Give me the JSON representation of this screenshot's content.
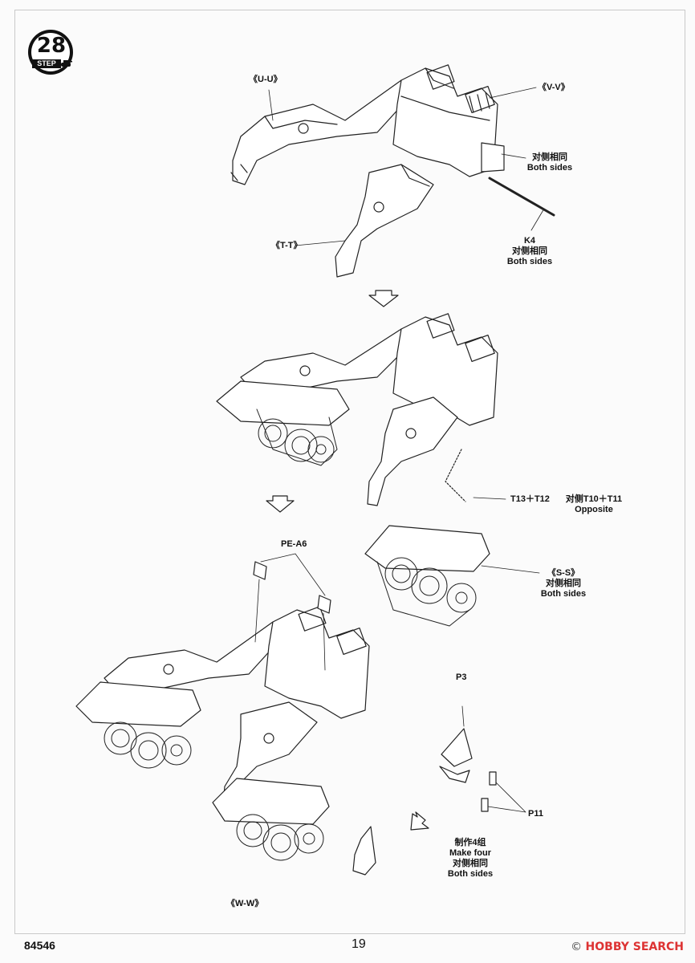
{
  "step": {
    "number": "28",
    "label": "STEP"
  },
  "labels": {
    "uu": "《U-U》",
    "vv": "《V-V》",
    "both_sides_1": [
      "对侧相同",
      "Both sides"
    ],
    "k4": [
      "K4",
      "对侧相同",
      "Both sides"
    ],
    "tt": "《T-T》",
    "t13_t12": "T13＋T12",
    "opposite": [
      "对侧T10＋T11",
      "Opposite"
    ],
    "pe_a6": "PE-A6",
    "ss": [
      "《S-S》",
      "对侧相同",
      "Both sides"
    ],
    "p3": "P3",
    "p11": "P11",
    "make_four": [
      "制作4组",
      "Make four",
      "对侧相同",
      "Both sides"
    ],
    "ww": "《W-W》"
  },
  "footer": {
    "code": "84546",
    "page": "19",
    "watermark_brand": "HOBBY SEARCH",
    "watermark_prefix": "©"
  }
}
